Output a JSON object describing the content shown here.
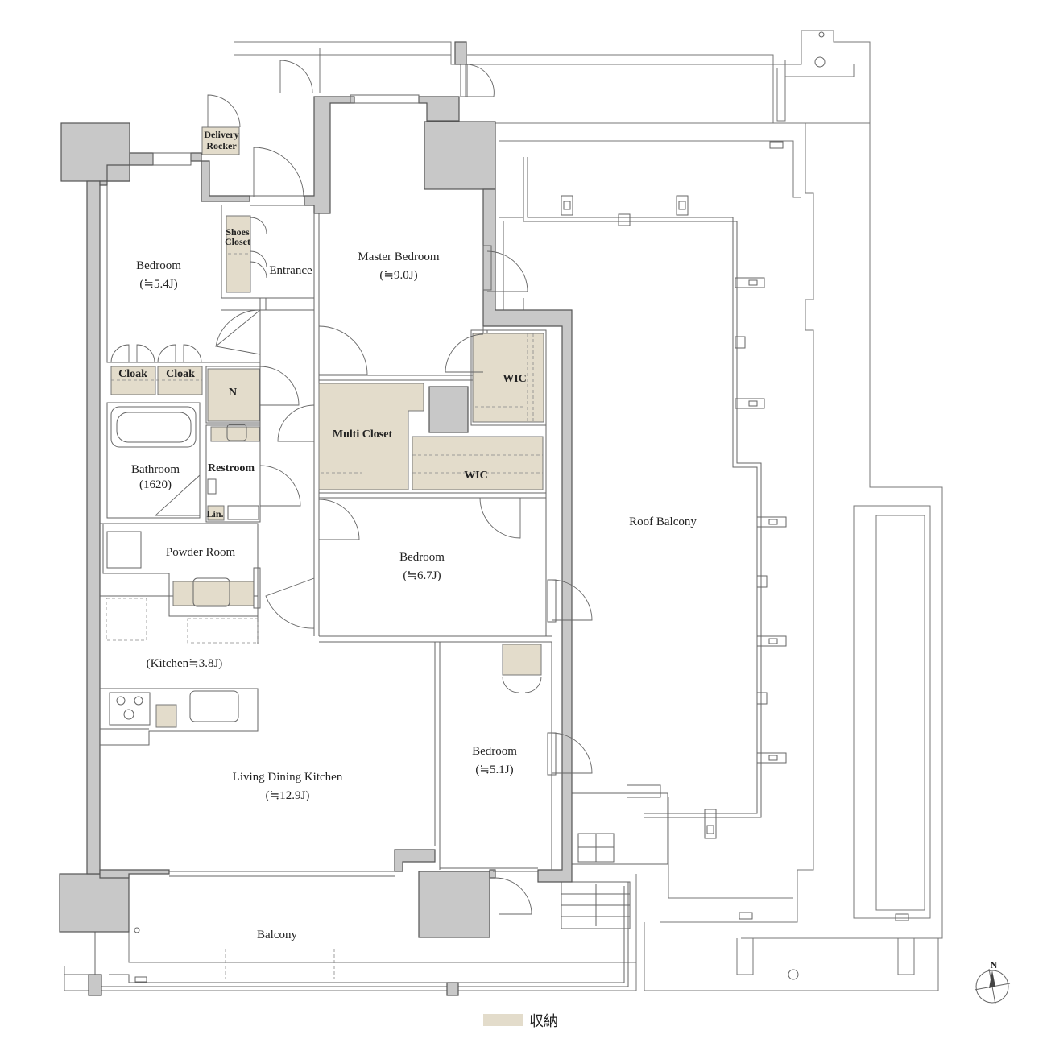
{
  "rooms": {
    "delivery_rocker": [
      "Delivery",
      "Rocker"
    ],
    "shoes_closet": [
      "Shoes",
      "Closet"
    ],
    "entrance": "Entrance",
    "bedroom_nw": "Bedroom",
    "bedroom_nw_size": "(≒5.4J)",
    "master_bedroom": "Master Bedroom",
    "master_bedroom_size": "(≒9.0J)",
    "cloak_1": "Cloak",
    "cloak_2": "Cloak",
    "n": "N",
    "wic_1": "WIC",
    "multi_closet": "Multi Closet",
    "wic_2": "WIC",
    "bathroom": "Bathroom",
    "bathroom_size": "(1620)",
    "restroom": "Restroom",
    "lin": "Lin.",
    "powder_room": "Powder Room",
    "bedroom_mid": "Bedroom",
    "bedroom_mid_size": "(≒6.7J)",
    "kitchen": "(Kitchen≒3.8J)",
    "bedroom_se": "Bedroom",
    "bedroom_se_size": "(≒5.1J)",
    "ldk": "Living Dining Kitchen",
    "ldk_size": "(≒12.9J)",
    "balcony": "Balcony",
    "roof_balcony": "Roof Balcony"
  },
  "legend": {
    "storage_label": "収納",
    "storage_color": "#e3dccb"
  },
  "compass": {
    "north_label": "N"
  },
  "colors": {
    "wall": "#c8c8c8",
    "storage": "#e3dccb",
    "line": "#666666"
  }
}
